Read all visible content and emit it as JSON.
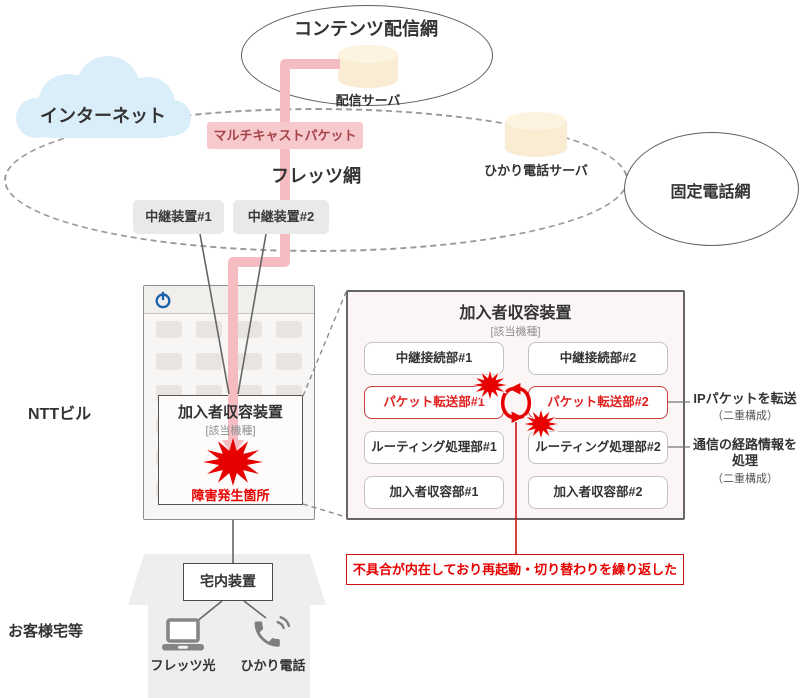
{
  "diagram": {
    "clouds": {
      "internet": "インターネット",
      "content_network": "コンテンツ配信網",
      "flets_network": "フレッツ網",
      "fixed_phone_network": "固定電話網"
    },
    "servers": {
      "delivery": "配信サーバ",
      "hikari_phone": "ひかり電話サーバ"
    },
    "multicast_label": "マルチキャストパケット",
    "relays": [
      "中継装置#1",
      "中継装置#2"
    ],
    "ntt_building": "NTTビル",
    "rack": {
      "device_title": "加入者収容装置",
      "device_note": "[該当機種]",
      "failure_label": "障害発生箇所"
    },
    "detail": {
      "title": "加入者収容装置",
      "note": "[該当機種]",
      "cards": [
        "中継接続部#1",
        "中継接続部#2",
        "パケット転送部#1",
        "パケット転送部#2",
        "ルーティング処理部#1",
        "ルーティング処理部#2",
        "加入者収容部#1",
        "加入者収容部#2"
      ],
      "annotations": [
        {
          "line1": "IPパケットを転送",
          "line2": "（二重構成）"
        },
        {
          "line1": "通信の経路情報を",
          "line2": "処理",
          "line3": "（二重構成）"
        }
      ]
    },
    "failure_note": "不具合が内在しており再起動・切り替わりを繰り返した",
    "customer": {
      "area_label": "お客様宅等",
      "home_device": "宅内装置",
      "flets_hikari": "フレッツ光",
      "hikari_phone": "ひかり電話"
    },
    "icons": {
      "power": "power-icon",
      "swap": "swap-arrows-icon",
      "burst": "failure-burst-icon",
      "laptop": "laptop-icon",
      "phone": "phone-handset-icon"
    },
    "colors": {
      "accent_red": "#e60000",
      "red_border": "#cc1111",
      "pink_packet_line": "#f5bdc1",
      "pink_label_bg": "#f8c9cc",
      "pink_label_text": "#a4454a",
      "cloud_blue": "#d9eef8",
      "server_cream": "#f9ecd2",
      "detail_bg": "#fcf5f5",
      "node_gray": "#e9e9e9",
      "power_icon_blue": "#1e62ab"
    }
  }
}
